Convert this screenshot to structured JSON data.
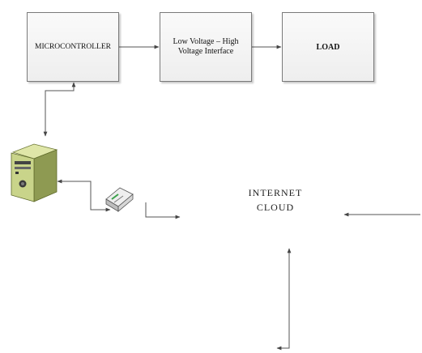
{
  "blocks": {
    "microcontroller": "MICROCONTROLLER",
    "interface_line1": "Low Voltage – High",
    "interface_line2": "Voltage Interface",
    "load": "LOAD"
  },
  "cloud": {
    "line1": "INTERNET",
    "line2": "CLOUD"
  },
  "icons": {
    "computer": "desktop-computer-icon",
    "router": "router-icon"
  },
  "colors": {
    "line": "#555555",
    "box_border": "#7a7a7a",
    "computer_body": "#c9d48a",
    "computer_shadow": "#8e9a52"
  }
}
